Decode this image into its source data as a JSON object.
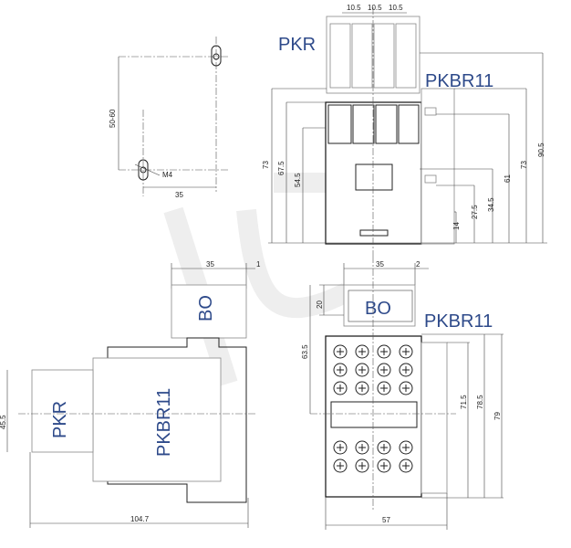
{
  "labels": {
    "pkr_top": "PKR",
    "pkbr11_top": "PKBR11",
    "pkbr11_front": "PKBR11",
    "bo_side": "BO",
    "bo_front": "BO",
    "pkr_side": "PKR",
    "pkbr11_side": "PKBR11"
  },
  "mounting": {
    "spacing": "50-60",
    "screw": "M4",
    "width": "35"
  },
  "top_view": {
    "pitch": [
      "10.5",
      "10.5",
      "10.5"
    ],
    "left_dims": [
      "73",
      "67.5",
      "54.5"
    ],
    "right_dims": [
      "14",
      "27.5",
      "34.5",
      "61",
      "73",
      "90.5"
    ]
  },
  "side_view": {
    "bo_width": "35",
    "bo_offset": "1",
    "height": "45.5",
    "depth": "104.7"
  },
  "front_view": {
    "bo_width": "35",
    "bo_offset": "2",
    "bo_height": "20",
    "bo_top": "63.5",
    "heights": [
      "71.5",
      "78.5",
      "79"
    ],
    "width": "57"
  }
}
